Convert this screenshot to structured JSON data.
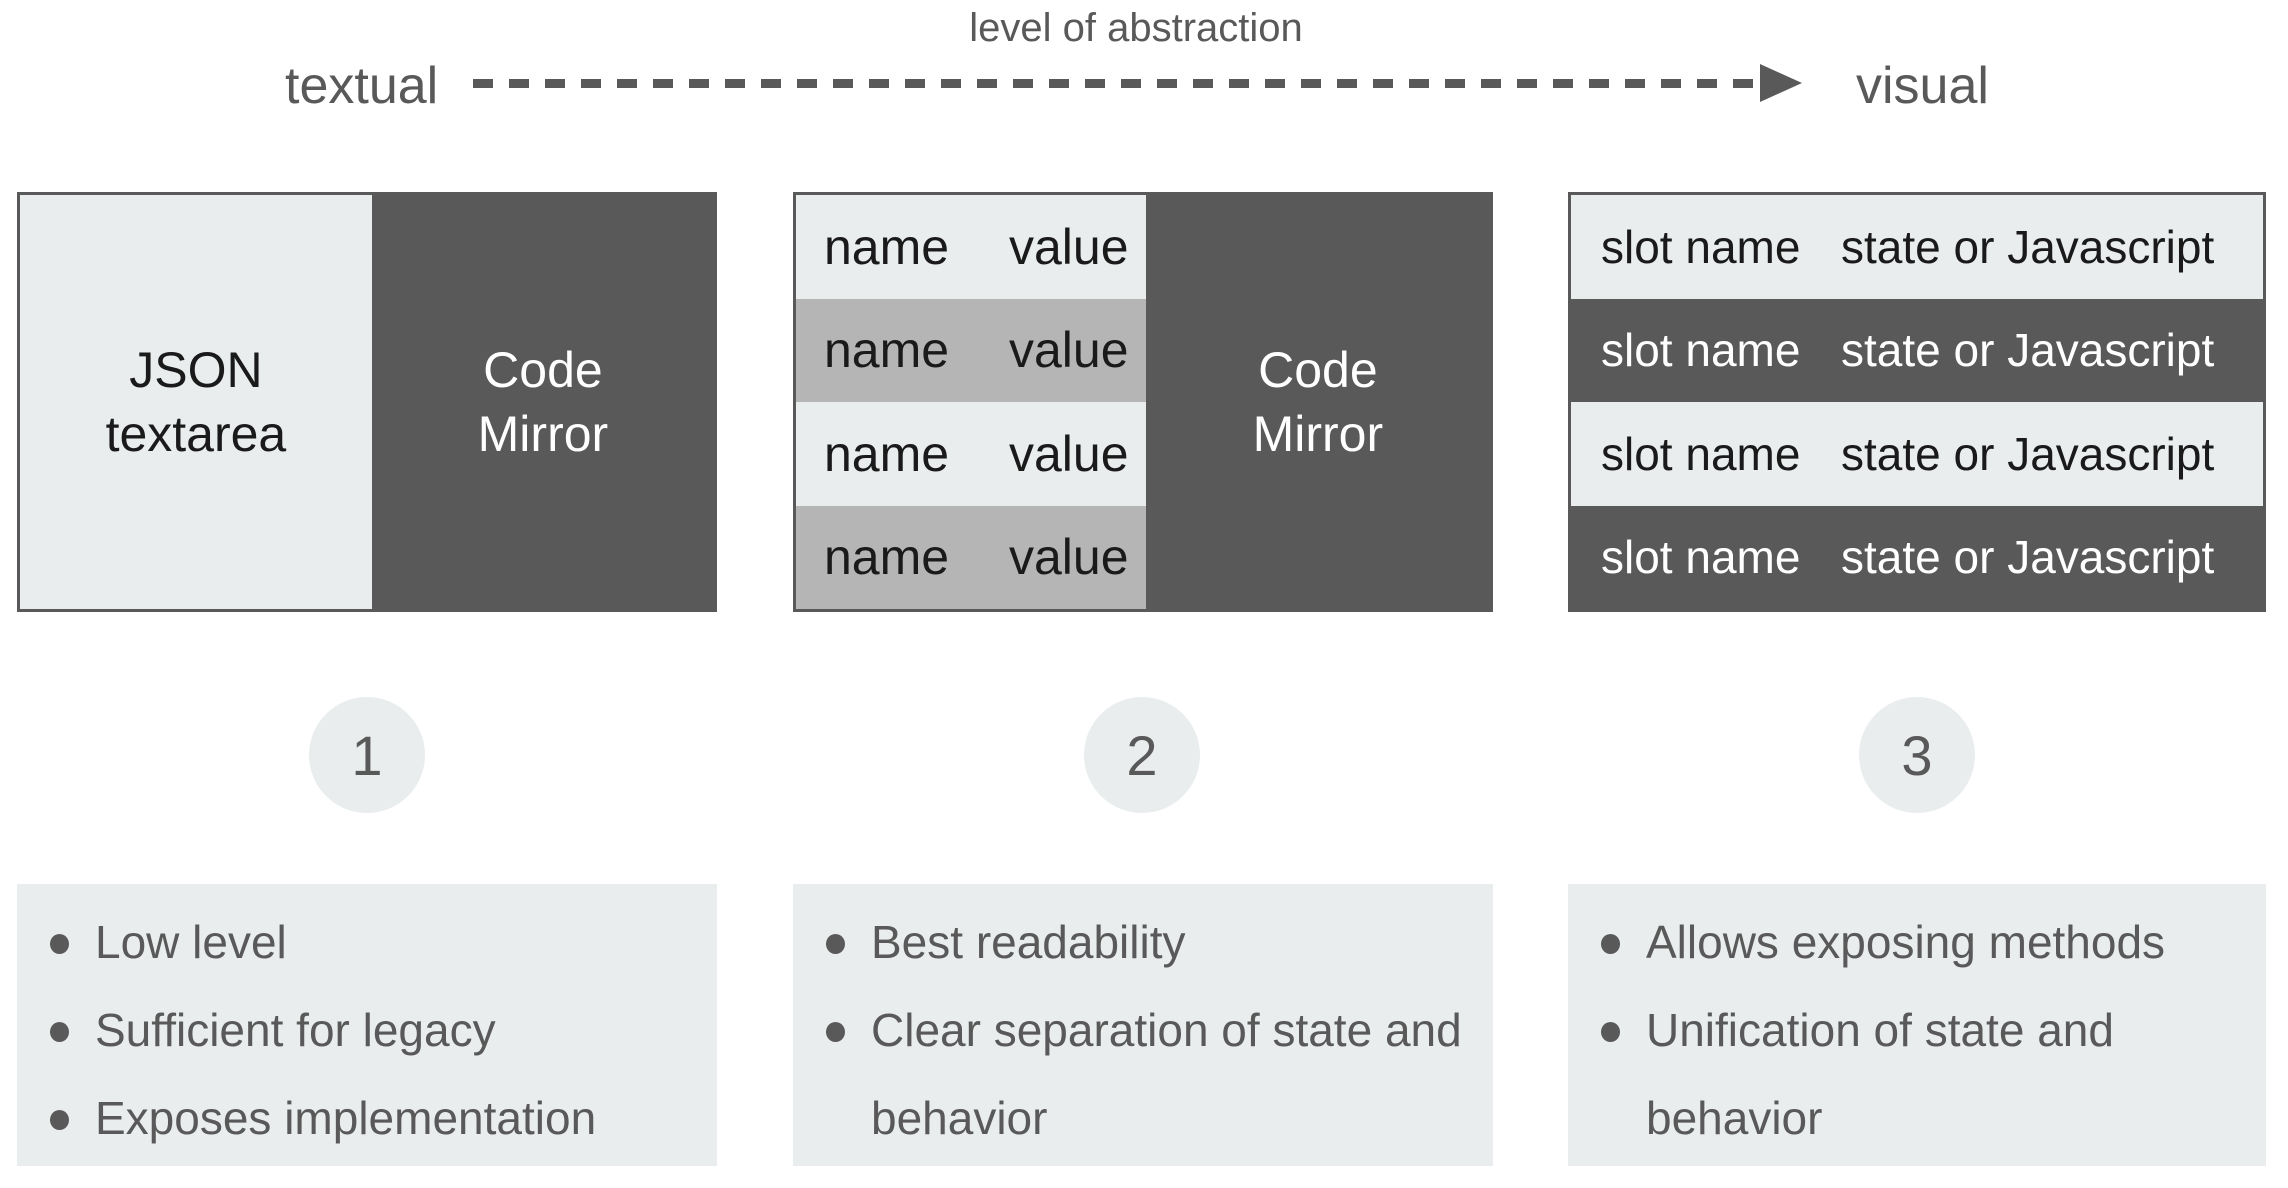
{
  "header": {
    "left_label": "textual",
    "axis_label": "level of abstraction",
    "right_label": "visual"
  },
  "panels": [
    {
      "number": "1",
      "diagram": {
        "left_box": {
          "line1": "JSON",
          "line2": "textarea"
        },
        "right_box": {
          "line1": "Code",
          "line2": "Mirror"
        }
      },
      "bullets": [
        "Low level",
        "Sufficient for legacy",
        "Exposes implementation"
      ]
    },
    {
      "number": "2",
      "diagram": {
        "rows": [
          {
            "name": "name",
            "value": "value"
          },
          {
            "name": "name",
            "value": "value"
          },
          {
            "name": "name",
            "value": "value"
          },
          {
            "name": "name",
            "value": "value"
          }
        ],
        "right_box": {
          "line1": "Code",
          "line2": "Mirror"
        }
      },
      "bullets": [
        "Best readability",
        "Clear separation of state and behavior"
      ]
    },
    {
      "number": "3",
      "diagram": {
        "rows": [
          {
            "slot": "slot name",
            "value": "state or Javascript"
          },
          {
            "slot": "slot name",
            "value": "state or Javascript"
          },
          {
            "slot": "slot name",
            "value": "state or Javascript"
          },
          {
            "slot": "slot name",
            "value": "state or Javascript"
          }
        ]
      },
      "bullets": [
        "Allows exposing methods",
        "Unification of state and behavior"
      ]
    }
  ],
  "colors": {
    "dark": "#595959",
    "light": "#e9edee",
    "mid_gray": "#b5b5b5",
    "text_dark": "#1a1a1a"
  }
}
